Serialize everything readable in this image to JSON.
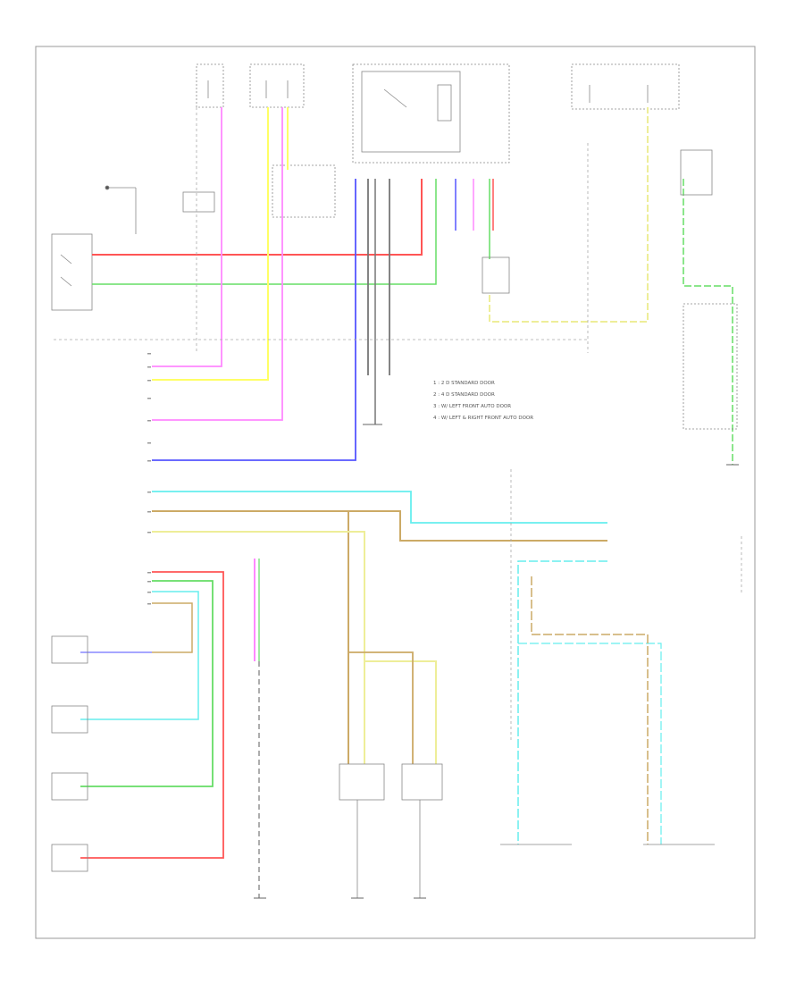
{
  "diagram": {
    "footer_code": "",
    "legend": [
      "1 : 2 D STANDARD DOOR",
      "2 : 4 D STANDARD DOOR",
      "3 : W/ LEFT FRONT AUTO DOOR",
      "4 : W/ LEFT & RIGHT FRONT AUTO DOOR"
    ],
    "colors": {
      "red": "#ff5555",
      "green": "#66dd66",
      "pink": "#ff88ff",
      "yellow": "#ffff66",
      "blue": "#5555ff",
      "gray": "#777777",
      "cyan": "#66eeee",
      "tan": "#ccaa66",
      "lightyellow": "#eeee99",
      "frame": "#999999"
    }
  }
}
